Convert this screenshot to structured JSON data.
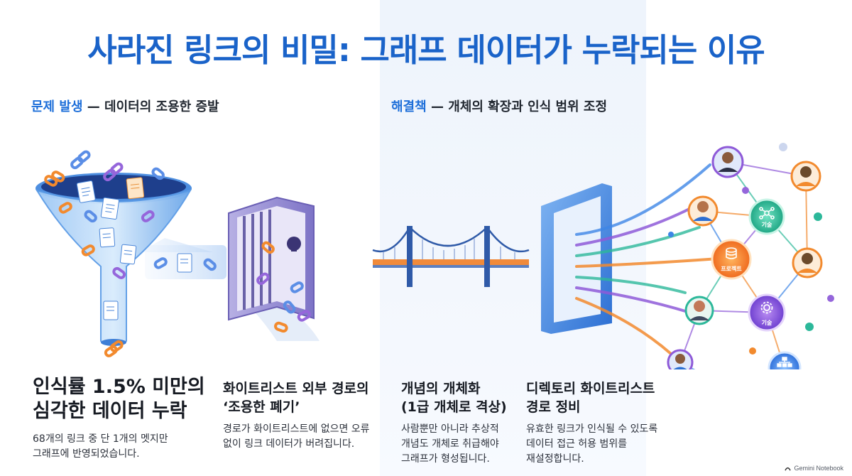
{
  "title": "사라진 링크의 비밀: 그래프 데이터가 누락되는 이유",
  "problem": {
    "highlight": "문제 발생",
    "rest": " — 데이터의 조용한 증발"
  },
  "solution": {
    "highlight": "해결책",
    "rest": " — 개체의 확장과 인식 범위 조정"
  },
  "captions": {
    "c1": {
      "line1": "인식률 1.5% 미만의",
      "line2": "심각한 데이터 누락",
      "body1": "68개의 링크 중 단 1개의 멧지만",
      "body2": "그래프에 반영되었습니다."
    },
    "c2": {
      "line1": "화이트리스트 외부 경로의",
      "line2": "‘조용한 폐기’",
      "body1": "경로가 화이트리스트에 없으면 오류",
      "body2": "없이 링크 데이터가 버려집니다."
    },
    "c3": {
      "line1": "개념의 개체화",
      "line2": "(1급 개체로 격상)",
      "body1": "사람뿐만 아니라 추상적",
      "body2": "개념도 개체로 취급해야",
      "body3": "그래프가 형성됩니다."
    },
    "c4": {
      "line1": "디렉토리 화이트리스트",
      "line2": "경로 정비",
      "body1": "유효한 링크가 인식될 수 있도록",
      "body2": "데이터 접근 허용 범위를",
      "body3": "재설정합니다."
    }
  },
  "nodes": {
    "tech1": "기술",
    "project": "프로젝트",
    "tech2": "기술",
    "org": "조직"
  },
  "watermark": "Gemini Notebook",
  "colors": {
    "title": "#1a63c9",
    "highlight": "#1e6fd9",
    "purple": "#8e5ad8",
    "orange": "#f28a2e",
    "teal": "#2cb89a",
    "blue": "#3d86e6"
  }
}
